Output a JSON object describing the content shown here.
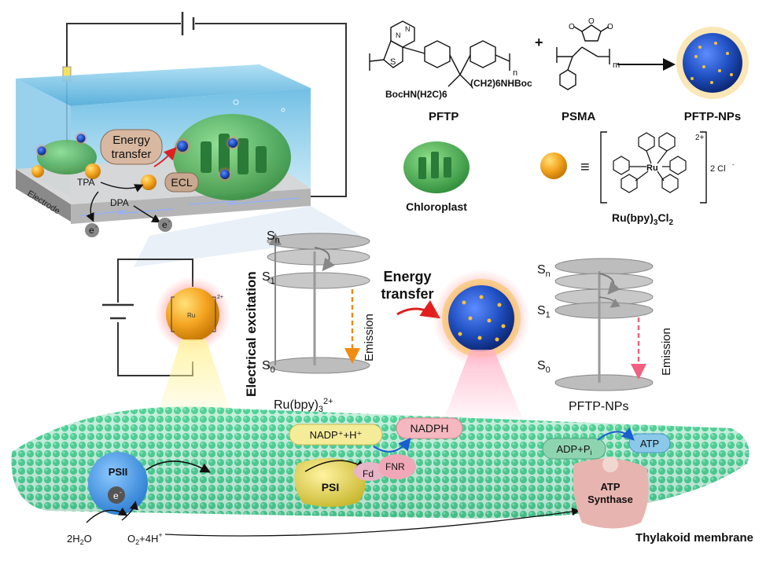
{
  "cell": {
    "electrode_label": "Electrode",
    "energy_transfer_line1": "Energy",
    "energy_transfer_line2": "transfer",
    "ecl_label": "ECL",
    "tpa_label": "TPA",
    "dpa_label": "DPA",
    "electron_label": "e",
    "electron_sup": "-"
  },
  "synthesis": {
    "pftp_left_sub": "BocHN(H2C)6",
    "pftp_right_sub": "(CH2)6NHBoc",
    "n_label": "n",
    "m_label": "m",
    "plus": "+",
    "pftp_label": "PFTP",
    "psma_label": "PSMA",
    "np_label": "PFTP-NPs",
    "chloroplast_label": "Chloroplast",
    "equiv_symbol": "≡",
    "charge_label": "2+",
    "counter_ion_label": "2 Cl",
    "counter_ion_sup": "-",
    "ru_complex_label_main": "Ru(bpy)",
    "ru_complex_sub1": "3",
    "ru_complex_label_end": "Cl",
    "ru_complex_sub2": "2",
    "ru_atom": "Ru",
    "n_atom": "N"
  },
  "jablonski": {
    "electrical_excitation": "Electrical excitation",
    "s_n": "S",
    "sub_n": "n",
    "sub_1": "1",
    "sub_0": "0",
    "emission": "Emission",
    "energy_transfer_line1": "Energy",
    "energy_transfer_line2": "transfer",
    "ru_label_main": "Ru(bpy)",
    "ru_label_sub": "3",
    "ru_label_sup": "2+",
    "np_label": "PFTP-NPs",
    "ru_sphere_charge": "2+"
  },
  "membrane": {
    "psii": "PSII",
    "psi": "PSI",
    "electron": "e",
    "electron_sup": "-",
    "water": "2H",
    "water_sub": "2",
    "water_end": "O",
    "oxygen": "O",
    "oxygen_sub": "2",
    "oxygen_end": "+4H",
    "oxygen_sup": "+",
    "nadp": "NADP⁺+H⁺",
    "nadph": "NADPH",
    "fd": "Fd",
    "fnr": "FNR",
    "adp": "ADP+P",
    "adp_sub": "i",
    "atp": "ATP",
    "atp_synthase_line1": "ATP",
    "atp_synthase_line2": "Synthase",
    "thylakoid": "Thylakoid membrane"
  },
  "colors": {
    "membrane_green": "#3dbf8a",
    "ru_orange": "#f5a623",
    "np_blue": "#1f4fc0",
    "chloroplast_green": "#3aa84a",
    "psii_blue": "#3a9ae8",
    "psi_yellow": "#e8d84a",
    "atp_pink": "#e8b4b0",
    "water_blue": "#4aa8d8"
  }
}
